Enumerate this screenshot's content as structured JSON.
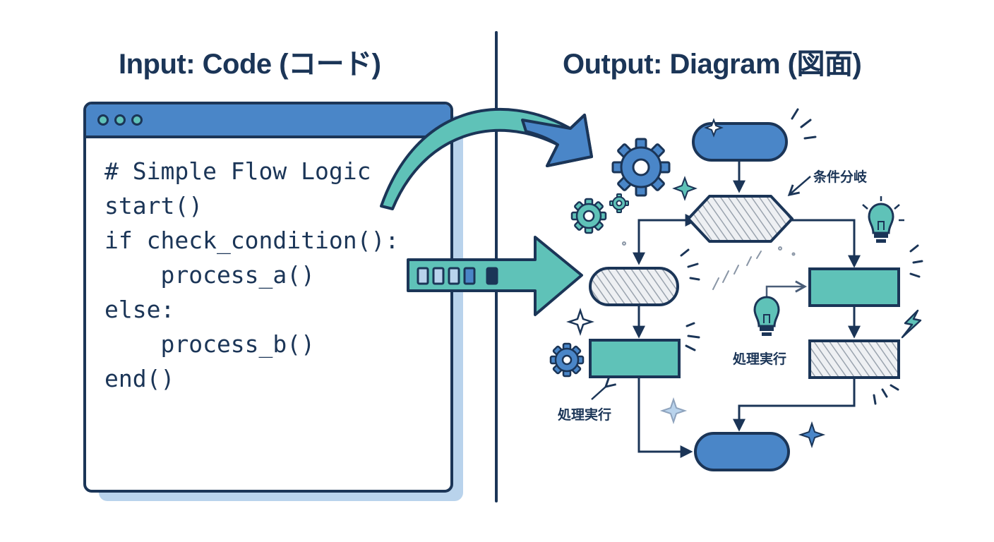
{
  "headings": {
    "input": "Input: Code (コード)",
    "output": "Output: Diagram (図面)"
  },
  "code_window": {
    "lines": [
      "# Simple Flow Logic",
      "start()",
      "if check_condition():",
      "    process_a()",
      "else:",
      "    process_b()",
      "end()"
    ]
  },
  "diagram": {
    "labels": {
      "branch": "条件分岐",
      "process_right": "処理実行",
      "process_left": "処理実行"
    }
  },
  "colors": {
    "navy": "#1b3557",
    "blue": "#4a86c8",
    "teal": "#5fc2b8",
    "light_blue": "#b9d3ec",
    "hatch_gray": "#c9ced6"
  },
  "icons": [
    "gear-icon",
    "lightbulb-icon",
    "sparkle-icon",
    "lightning-icon",
    "arrow-icon"
  ]
}
